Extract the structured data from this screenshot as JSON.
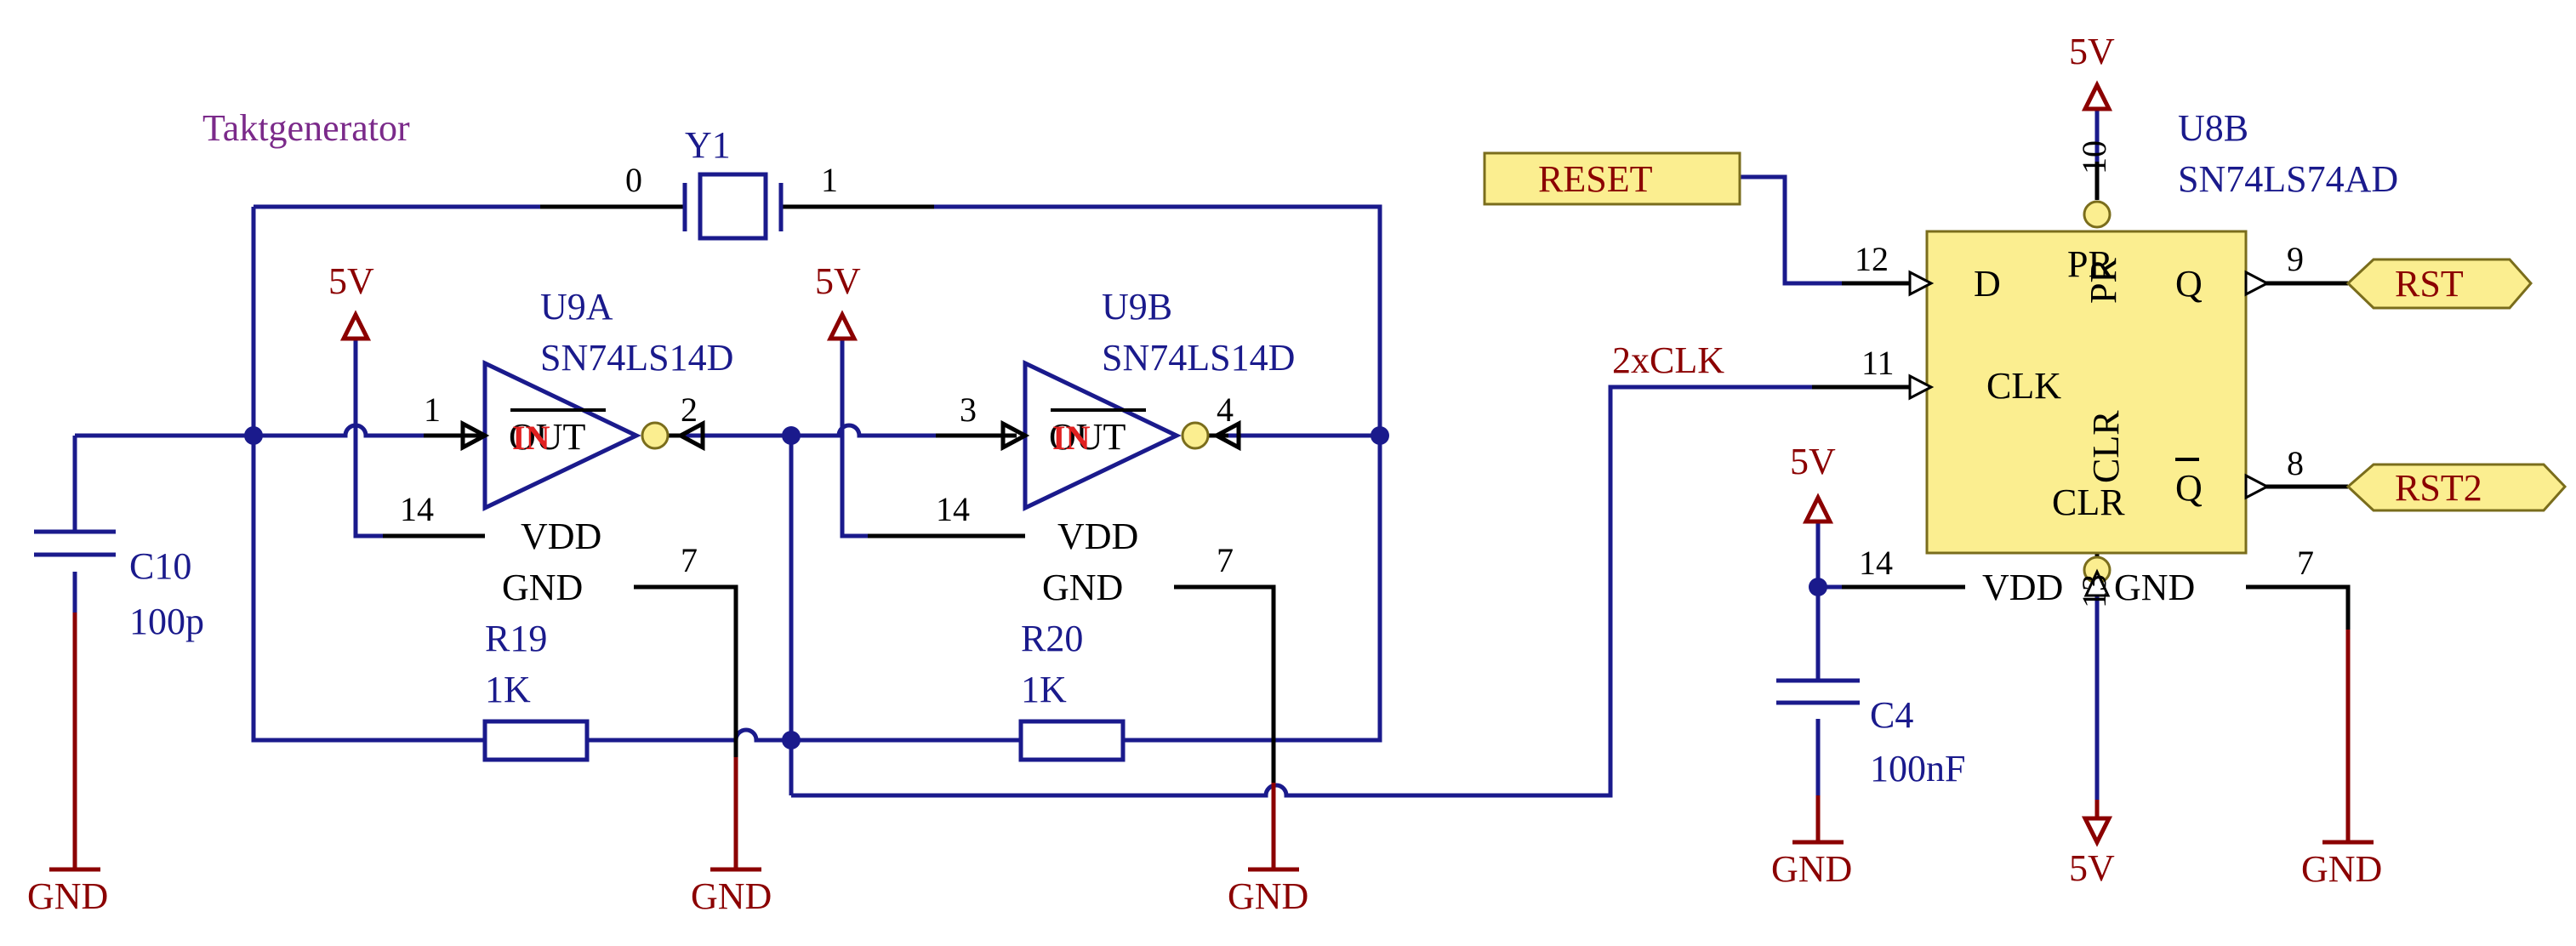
{
  "title": "Taktgenerator",
  "crystal": {
    "ref": "Y1",
    "pin_a": "0",
    "pin_b": "1"
  },
  "u9a": {
    "ref": "U9A",
    "part": "SN74LS14D",
    "pin_in": "1",
    "pin_out": "2",
    "pin_vdd": "14",
    "pin_gnd": "7",
    "vdd": "VDD",
    "gnd": "GND",
    "gate_text": "OUT",
    "gate_mark": "IN"
  },
  "u9b": {
    "ref": "U9B",
    "part": "SN74LS14D",
    "pin_in": "3",
    "pin_out": "4",
    "pin_vdd": "14",
    "pin_gnd": "7",
    "vdd": "VDD",
    "gnd": "GND",
    "gate_text": "OUT",
    "gate_mark": "IN"
  },
  "c10": {
    "ref": "C10",
    "value": "100p"
  },
  "r19": {
    "ref": "R19",
    "value": "1K"
  },
  "r20": {
    "ref": "R20",
    "value": "1K"
  },
  "c4": {
    "ref": "C4",
    "value": "100nF"
  },
  "u8b": {
    "ref": "U8B",
    "part": "SN74LS74AD",
    "pin_d": "12",
    "pin_clk": "11",
    "pin_q": "9",
    "pin_qn": "8",
    "pin_pr": "10",
    "pin_clr": "13",
    "pin_vdd": "14",
    "pin_gnd": "7",
    "label_d": "D",
    "label_clk": "CLK",
    "label_q": "Q",
    "label_qn": "Q",
    "label_pr": "PR",
    "label_clr": "CLR",
    "vdd": "VDD",
    "gnd": "GND"
  },
  "nets": {
    "reset": "RESET",
    "rst": "RST",
    "rst2": "RST2",
    "clk2x": "2xCLK"
  },
  "power": {
    "vcc": "5V",
    "gnd": "GND"
  },
  "colors": {
    "wire": "#1a1a8c",
    "power": "#8b0000",
    "ic_fill": "#fbee90",
    "title": "#7b2a8a",
    "marker": "#e02020"
  }
}
